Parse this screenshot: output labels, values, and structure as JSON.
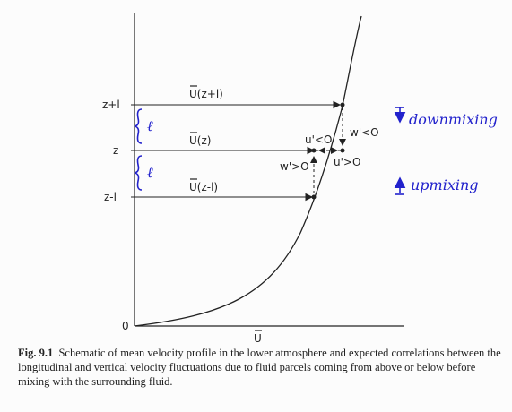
{
  "figure": {
    "y_labels": {
      "z_plus_l": "z+l",
      "z": "z",
      "z_minus_l": "z-l",
      "origin": "0"
    },
    "x_label": "U",
    "arrow_labels": {
      "upper": "U(z+l)",
      "middle": "U(z)",
      "lower": "U(z-l)"
    },
    "brace_labels": {
      "upper": "ℓ",
      "lower": "ℓ"
    },
    "fluct_labels": {
      "u_neg": "u'<O",
      "w_neg": "w'<O",
      "w_pos": "w'>O",
      "u_pos": "u'>O"
    },
    "handwritten": {
      "down": "downmixing",
      "up": "upmixing"
    },
    "colors": {
      "ink": "#222222",
      "handwriting": "#2222cc"
    }
  },
  "caption": {
    "label": "Fig. 9.1",
    "text": "Schematic of mean velocity profile in the lower atmosphere and expected correlations between the longitudinal and vertical velocity fluctuations due to fluid parcels coming from above or below before mixing with the surrounding fluid."
  }
}
